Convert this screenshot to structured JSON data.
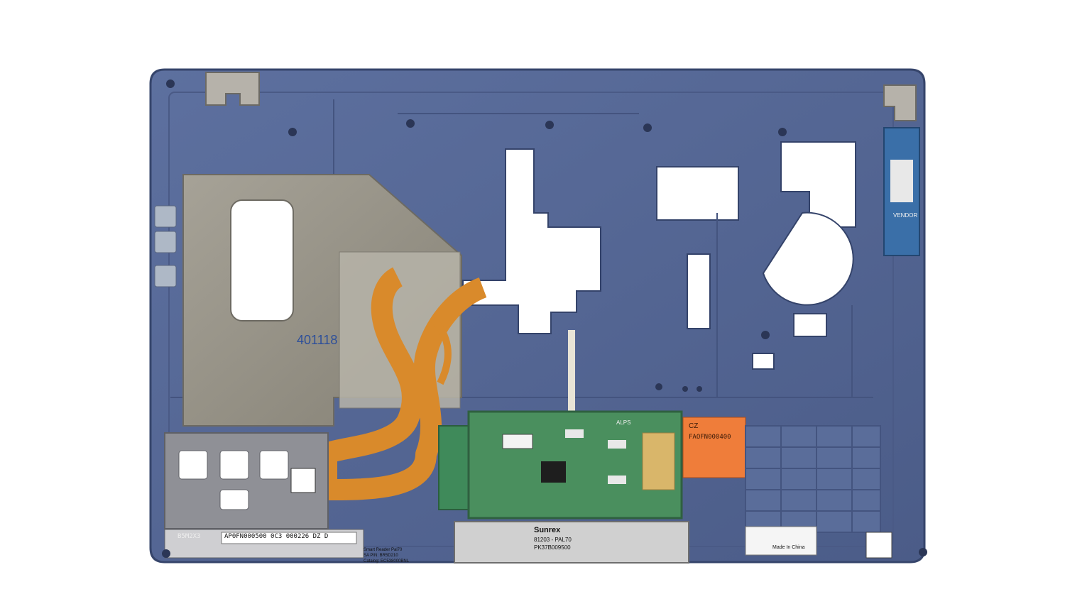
{
  "labels": {
    "stamp": "401118",
    "card_sticker": "AP0FN000500 0C3 000226 DZ D",
    "card_part": "B5M2X3",
    "touchpad_brand": "Sunrex",
    "touchpad_model": "81203 - PAL70",
    "touchpad_serial": "PK37B009500",
    "alps": "ALPS",
    "orange_line1": "CZ",
    "orange_line2": "FAOFN000400",
    "made_in": "Made In China",
    "vendor": "VENDOR",
    "bottom_small_1": "Smart Reader Pal70",
    "bottom_small_2": "SA P/N: BR5D210",
    "bottom_small_3": "Catalog: EC538000BNL"
  },
  "colors": {
    "palmrest": "#5a6d9a",
    "palmrest_dark": "#3f4f7a",
    "metal": "#9e9a8f",
    "flex_cable": "#d98a2b",
    "pcb_green": "#3f8a5a",
    "orange_sticker": "#ef7d3a"
  }
}
